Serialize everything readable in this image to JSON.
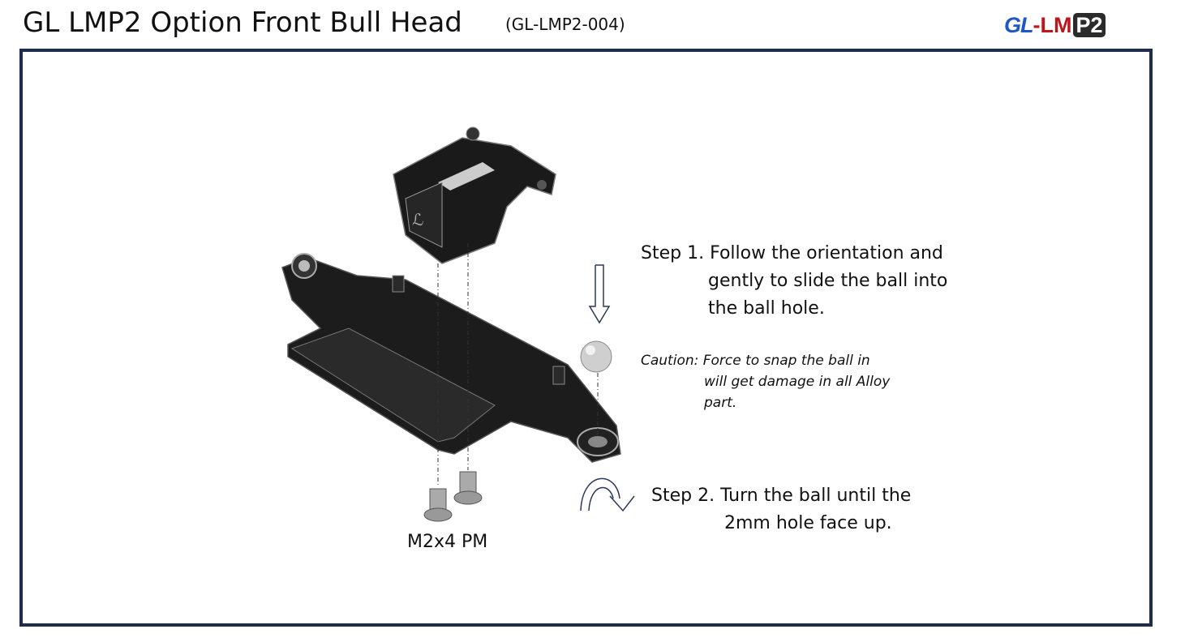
{
  "header": {
    "title": "GL LMP2 Option Front Bull Head",
    "part_number": "(GL-LMP2-004)"
  },
  "logo": {
    "gl": "GL",
    "dash": "-",
    "lm": "LM",
    "p2": "P2",
    "colors": {
      "gl": "#1f56c8",
      "lm": "#c0141b",
      "p2": "#2b2b2b"
    }
  },
  "instructions": {
    "step1": [
      "Step 1. Follow the orientation and",
      "gently to slide the ball into",
      "the ball hole."
    ],
    "caution": [
      "Caution: Force to snap the ball in",
      "will get damage in all Alloy",
      "part."
    ],
    "step2": [
      "Step 2. Turn the ball until the",
      "2mm hole face up."
    ],
    "screw_label": "M2x4 PM"
  },
  "colors": {
    "frame": "#1e2c4e"
  }
}
